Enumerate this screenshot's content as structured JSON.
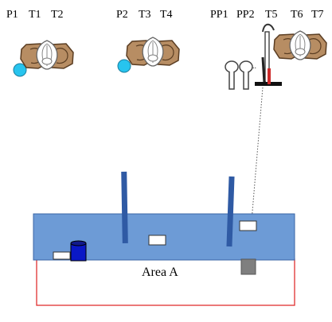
{
  "groups": [
    {
      "labels": [
        "P1",
        "T1",
        "T2"
      ]
    },
    {
      "labels": [
        "P2",
        "T3",
        "T4"
      ]
    },
    {
      "labels": [
        "PP1",
        "PP2",
        "T5",
        "T6",
        "T7"
      ]
    }
  ],
  "area": {
    "label": "Area A"
  },
  "colors": {
    "pool": "#6d9bd6",
    "pool_stroke": "#3a65a6",
    "pole": "#2f5aa4",
    "drum": "#0a18c6",
    "boundary": "#e03030",
    "ball": "#27c4ee",
    "nut_outer": "#b78d63",
    "nut_stroke": "#5a3d22",
    "leaf_fill": "#ffffff",
    "leaf_stroke": "#666666",
    "gray_block": "#7f7f7f"
  },
  "icons": {
    "nut_cluster": "walnut-cluster-icon",
    "ball": "ball-icon",
    "tool": "pickaxe-icon",
    "pin": "pin-icon",
    "drum": "drum-icon",
    "block": "block-icon",
    "pole": "pole-icon"
  }
}
